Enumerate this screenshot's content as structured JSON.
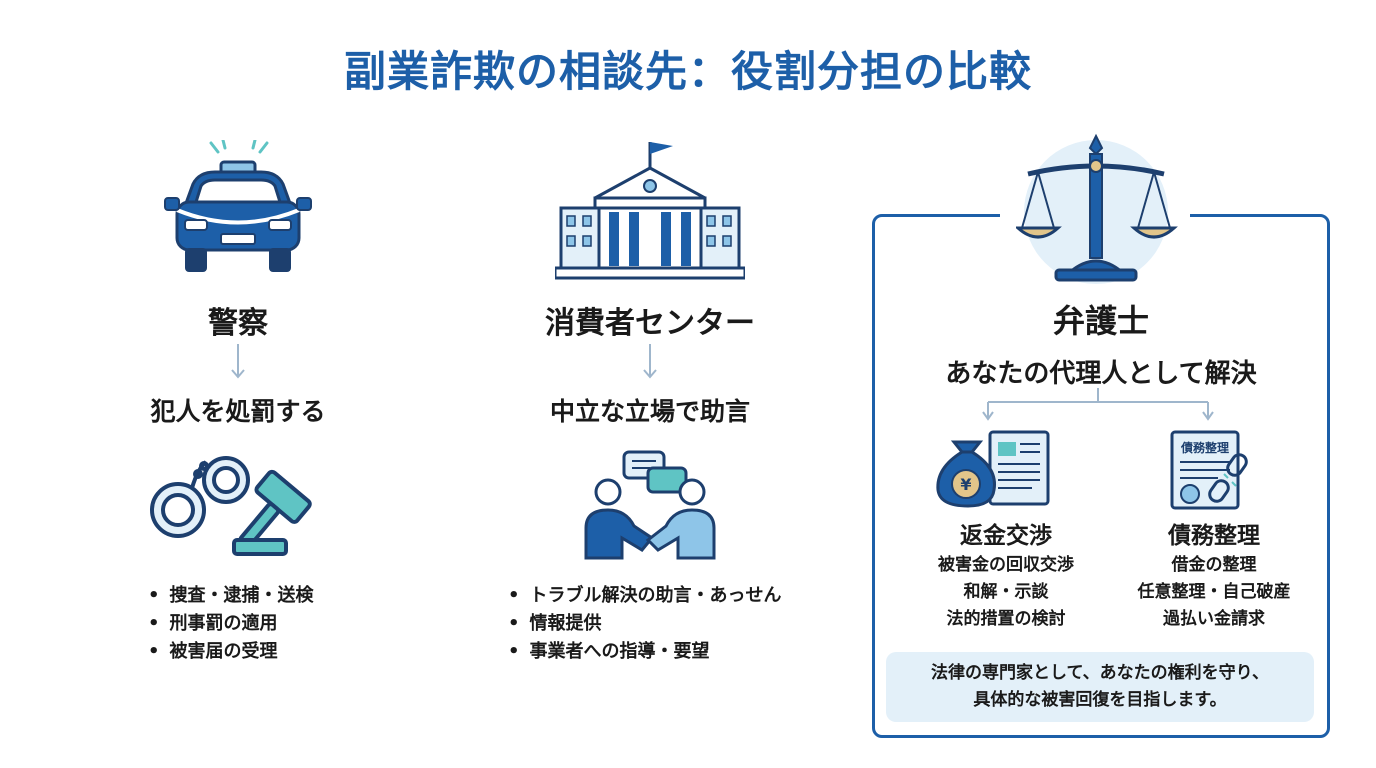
{
  "title": "副業詐欺の相談先：役割分担の比較",
  "columns": [
    {
      "title": "警察",
      "subtitle": "犯人を処罰する",
      "icon_top": "police-car-icon",
      "icon_bottom": "handcuffs-gavel-icon",
      "bullets": [
        "捜査・逮捕・送検",
        "刑事罰の適用",
        "被害届の受理"
      ]
    },
    {
      "title": "消費者センター",
      "subtitle": "中立な立場で助言",
      "icon_top": "government-building-icon",
      "icon_bottom": "handshake-icon",
      "bullets": [
        "トラブル解決の助言・あっせん",
        "情報提供",
        "事業者への指導・要望"
      ]
    }
  ],
  "lawyer": {
    "title": "弁護士",
    "subtitle": "あなたの代理人として解決",
    "icon_top": "scales-of-justice-icon",
    "sub_columns": [
      {
        "title": "返金交渉",
        "icon": "money-bag-document-icon",
        "currency_symbol": "¥",
        "lines": [
          "被害金の回収交渉",
          "和解・示談",
          "法的措置の検討"
        ]
      },
      {
        "title": "債務整理",
        "icon": "debt-document-broken-chain-icon",
        "doc_label": "債務整理",
        "lines": [
          "借金の整理",
          "任意整理・自己破産",
          "過払い金請求"
        ]
      }
    ],
    "note": [
      "法律の専門家として、あなたの権利を守り、",
      "具体的な被害回復を目指します。"
    ]
  },
  "colors": {
    "primary": "#1d5fa8",
    "light_blue": "#8ec5e8",
    "teal": "#5fc4c4",
    "gold": "#e2c58a",
    "note_bg": "#e3f0f9",
    "arrow": "#9fb6cc"
  }
}
